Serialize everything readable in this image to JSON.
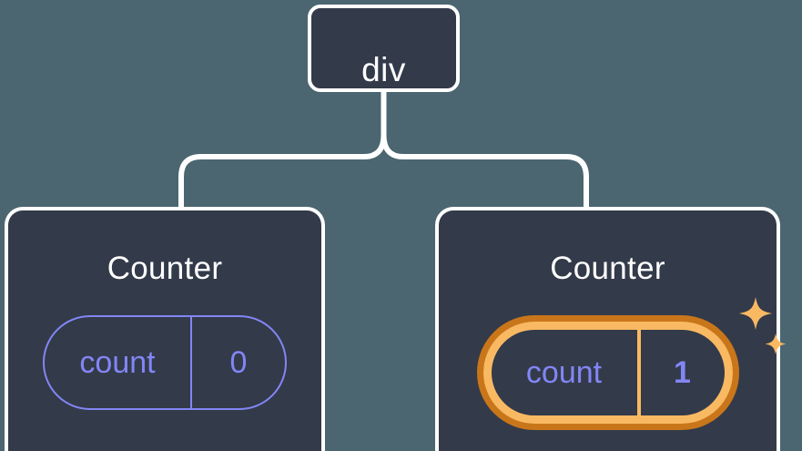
{
  "diagram": {
    "type": "component-tree",
    "background_color": "#4b6670",
    "node_fill_color": "#333a49",
    "node_border_color": "#ffffff",
    "state_accent_color": "#8286f5",
    "highlight_outer_color": "#c9761b",
    "highlight_inner_color": "#f9b963",
    "sparkle_color": "#f9b963",
    "connector_color": "#ffffff"
  },
  "root": {
    "label": "div"
  },
  "children": [
    {
      "id": "counter-left",
      "title": "Counter",
      "state": {
        "key": "count",
        "value": "0"
      },
      "highlighted": false,
      "sparkles": 0
    },
    {
      "id": "counter-right",
      "title": "Counter",
      "state": {
        "key": "count",
        "value": "1"
      },
      "highlighted": true,
      "sparkles": 2
    }
  ]
}
